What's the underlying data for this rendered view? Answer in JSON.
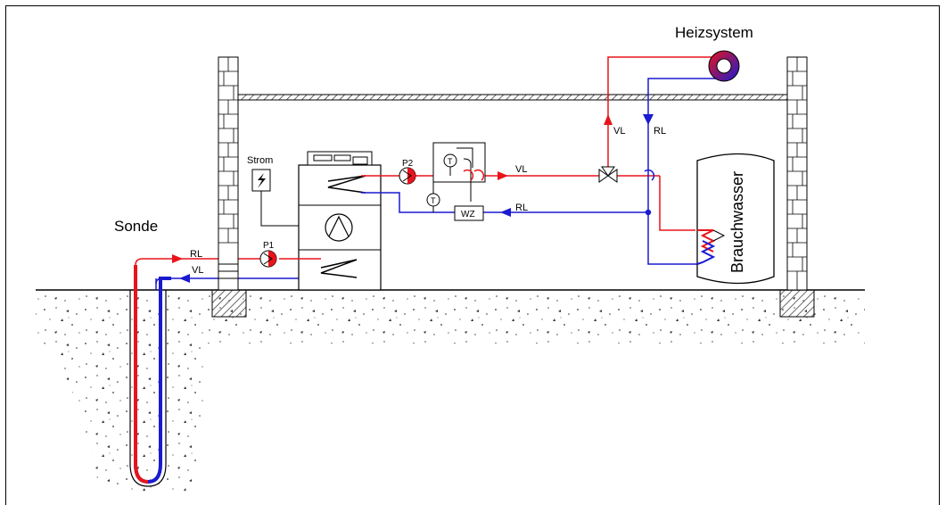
{
  "labels": {
    "heating_system": "Heizsystem",
    "probe": "Sonde",
    "power": "Strom",
    "hot_water": "Brauchwasser",
    "pump1": "P1",
    "pump2": "P2",
    "heat_meter": "WZ",
    "supply_top": "VL",
    "return_top": "RL",
    "supply_heat": "VL",
    "return_heat": "RL",
    "return_probe": "RL",
    "supply_probe": "VL",
    "temp_sensor_a": "T",
    "temp_sensor_b": "T"
  },
  "colors": {
    "supply": "#e8141b",
    "return": "#1a1ad0",
    "line": "#000000",
    "hatch": "#555555"
  }
}
